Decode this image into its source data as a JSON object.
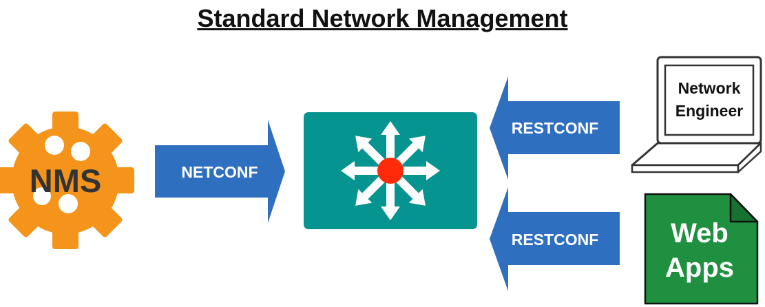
{
  "title": "Standard Network Management",
  "nms": {
    "label": "NMS",
    "color": "#f4941b",
    "text_color": "#333333"
  },
  "left_arrow": {
    "label": "NETCONF",
    "color": "#2f6fc0"
  },
  "switch": {
    "color": "#069490",
    "center_color": "#ff2a0a",
    "arrow_color": "#ffffff"
  },
  "right_arrows": [
    {
      "label": "RESTCONF",
      "color": "#2f6fc0"
    },
    {
      "label": "RESTCONF",
      "color": "#2f6fc0"
    }
  ],
  "laptop": {
    "label_line1": "Network",
    "label_line2": "Engineer"
  },
  "web_apps": {
    "label_line1": "Web",
    "label_line2": "Apps",
    "color": "#1f9040"
  }
}
